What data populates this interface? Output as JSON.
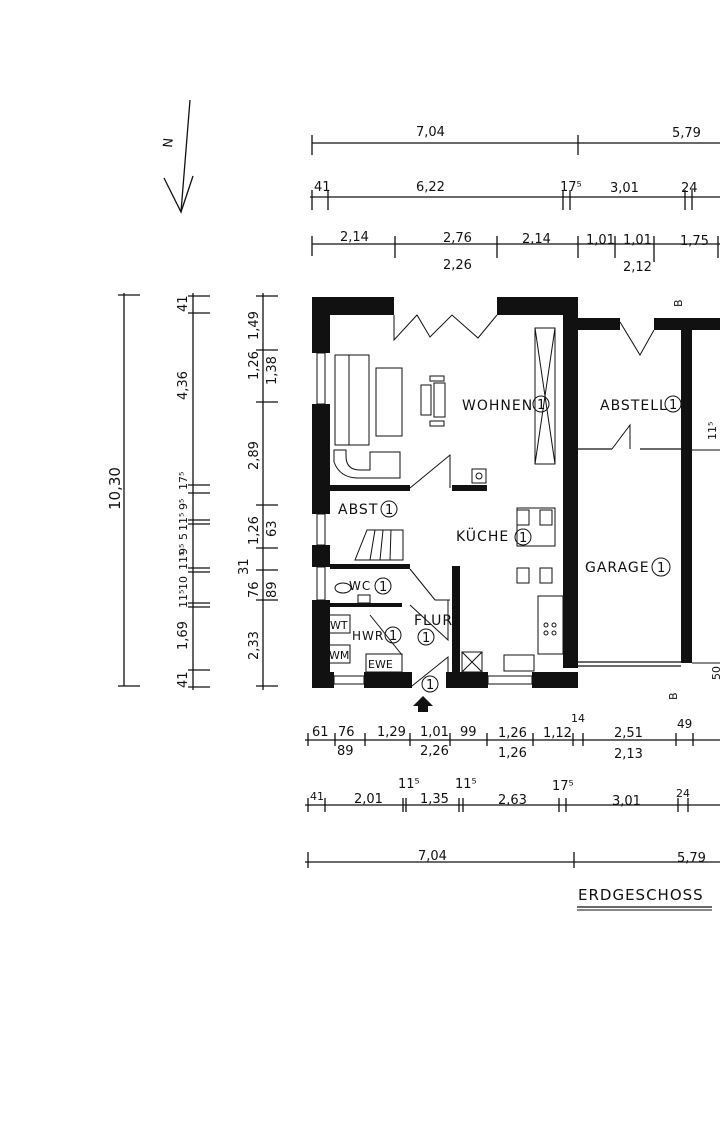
{
  "plan": {
    "title": "ERDGESCHOSS",
    "north_label": "N",
    "colors": {
      "ink": "#111111",
      "paper": "#ffffff"
    },
    "rooms": [
      {
        "label": "WOHNEN",
        "number": "1"
      },
      {
        "label": "ABSTELL",
        "number": "1"
      },
      {
        "label": "ABST",
        "number": "1"
      },
      {
        "label": "KÜCHE",
        "number": "1"
      },
      {
        "label": "GARAGE",
        "number": "1"
      },
      {
        "label": "WC",
        "number": "1"
      },
      {
        "label": "HWR",
        "number": "1"
      },
      {
        "label": "FLUR",
        "number": "1"
      }
    ],
    "fixtures": [
      "WT",
      "WM",
      "EWE"
    ],
    "section_marker": "B"
  },
  "dims": {
    "top_row1": [
      "7,04",
      "5,79"
    ],
    "top_row2": [
      "41",
      "6,22",
      "17⁵",
      "3,01",
      "24"
    ],
    "top_row3": [
      "2,14",
      "2,76",
      "2,26",
      "2,14",
      "1,01",
      "1,01",
      "2,12",
      "1,75"
    ],
    "left_total": "10,30",
    "left_row2": [
      "41",
      "4,36",
      "17⁵",
      "9⁵",
      "11⁵",
      "5",
      "9⁵",
      "11⁵",
      "10",
      "11⁵",
      "1,69",
      "41"
    ],
    "left_row3": [
      "1,49",
      "1,26",
      "1,38",
      "2,89",
      "1,26",
      "63",
      "31",
      "76",
      "89",
      "2,33"
    ],
    "bottom_row1": [
      "61",
      "76",
      "89",
      "1,29",
      "1,01",
      "2,26",
      "99",
      "1,26",
      "1,26",
      "1,12",
      "14",
      "2,51",
      "2,13",
      "49"
    ],
    "bottom_row2": [
      "41",
      "2,01",
      "11⁵",
      "1,35",
      "11⁵",
      "2,63",
      "17⁵",
      "3,01",
      "24"
    ],
    "bottom_row3": [
      "7,04",
      "5,79"
    ],
    "right_edge": [
      "11⁵",
      "50"
    ]
  }
}
